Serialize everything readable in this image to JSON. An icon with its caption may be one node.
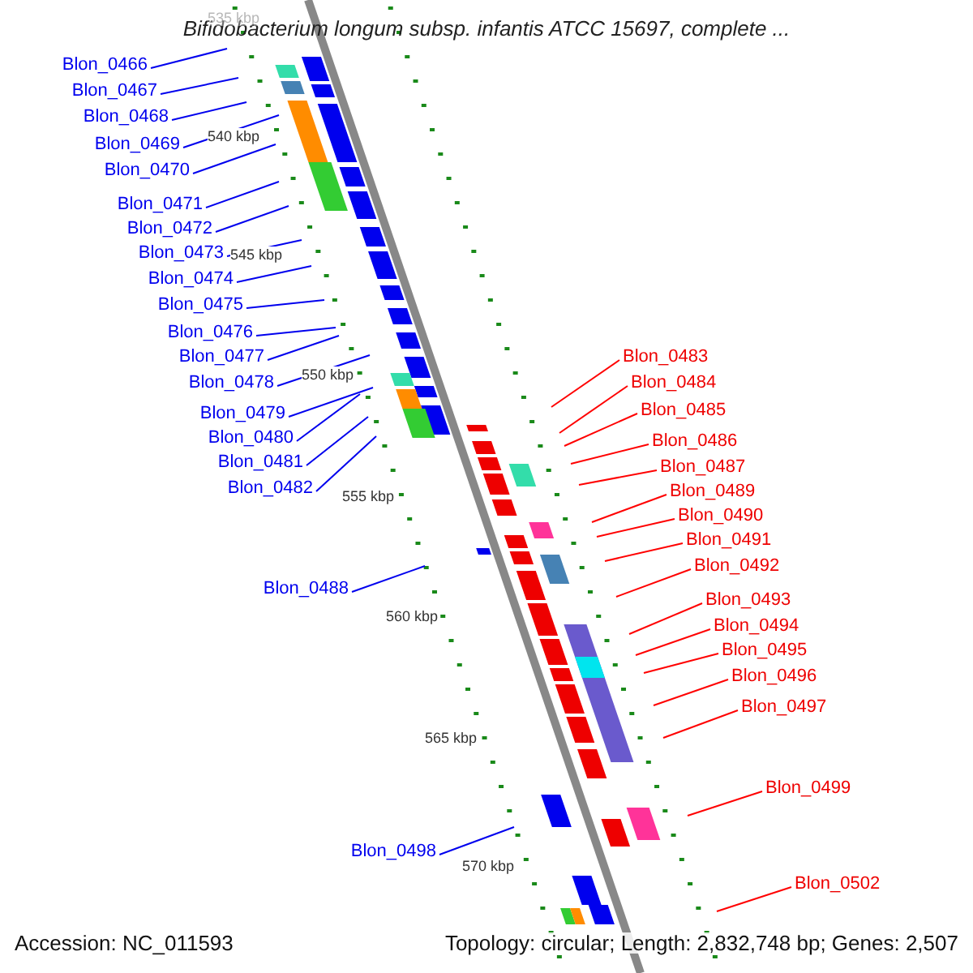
{
  "diagram": {
    "title": "Bifidobacterium longum subsp. infantis ATCC 15697, complete ...",
    "nodes": [
      {
        "text": [
          "Blon_0466"
        ]
      },
      {
        "text": [
          "Blon_0467"
        ]
      },
      {
        "text": [
          "Blon_0468"
        ]
      },
      {
        "text": [
          "Blon_0469"
        ]
      },
      {
        "text": [
          "Blon_0470"
        ]
      },
      {
        "text": [
          "Blon_0471"
        ]
      },
      {
        "text": [
          "Blon_0472"
        ]
      },
      {
        "text": [
          "Blon_0473"
        ]
      },
      {
        "text": [
          "Blon_0474"
        ]
      },
      {
        "text": [
          "Blon_0475"
        ]
      },
      {
        "text": [
          "Blon_0476"
        ]
      },
      {
        "text": [
          "Blon_0477"
        ]
      },
      {
        "text": [
          "Blon_0478"
        ]
      },
      {
        "text": [
          "Blon_0479"
        ]
      },
      {
        "text": [
          "Blon_0480"
        ]
      },
      {
        "text": [
          "Blon_0481"
        ]
      },
      {
        "text": [
          "Blon_0482"
        ]
      },
      {
        "text": [
          "Blon_0488"
        ]
      },
      {
        "text": [
          "Blon_0498"
        ]
      },
      {
        "text": [
          "Blon_0483"
        ]
      },
      {
        "text": [
          "Blon_0484"
        ]
      },
      {
        "text": [
          "Blon_0485"
        ]
      },
      {
        "text": [
          "Blon_0486"
        ]
      },
      {
        "text": [
          "Blon_0487"
        ]
      },
      {
        "text": [
          "Blon_0489"
        ]
      },
      {
        "text": [
          "Blon_0490"
        ]
      },
      {
        "text": [
          "Blon_0491"
        ]
      },
      {
        "text": [
          "Blon_0492"
        ]
      },
      {
        "text": [
          "Blon_0493"
        ]
      },
      {
        "text": [
          "Blon_0494"
        ]
      },
      {
        "text": [
          "Blon_0495"
        ]
      },
      {
        "text": [
          "Blon_0496"
        ]
      },
      {
        "text": [
          "Blon_0497"
        ]
      },
      {
        "text": [
          "Blon_0499"
        ]
      },
      {
        "text": [
          "Blon_0502"
        ]
      }
    ],
    "edges": [
      {
        "from": 0,
        "to": null,
        "arrow": "none"
      },
      {
        "from": 1,
        "to": null,
        "arrow": "none"
      },
      {
        "from": 2,
        "to": null,
        "arrow": "none"
      },
      {
        "from": 3,
        "to": null,
        "arrow": "none"
      },
      {
        "from": 4,
        "to": null,
        "arrow": "none"
      },
      {
        "from": 5,
        "to": null,
        "arrow": "none"
      },
      {
        "from": 6,
        "to": null,
        "arrow": "none"
      },
      {
        "from": 7,
        "to": null,
        "arrow": "none"
      },
      {
        "from": 8,
        "to": null,
        "arrow": "none"
      },
      {
        "from": 9,
        "to": null,
        "arrow": "none"
      },
      {
        "from": 10,
        "to": null,
        "arrow": "none"
      },
      {
        "from": 11,
        "to": null,
        "arrow": "none"
      },
      {
        "from": 12,
        "to": null,
        "arrow": "none"
      },
      {
        "from": 13,
        "to": null,
        "arrow": "none"
      },
      {
        "from": 14,
        "to": null,
        "arrow": "none"
      },
      {
        "from": 15,
        "to": null,
        "arrow": "none"
      },
      {
        "from": 16,
        "to": null,
        "arrow": "none"
      },
      {
        "from": 17,
        "to": null,
        "arrow": "none"
      },
      {
        "from": 18,
        "to": null,
        "arrow": "none"
      },
      {
        "from": 19,
        "to": null,
        "arrow": "none",
        "color": "#ff0000"
      },
      {
        "from": 20,
        "to": null,
        "arrow": "none",
        "color": "#ff0000"
      },
      {
        "from": 21,
        "to": null,
        "arrow": "none",
        "color": "#ff0000"
      },
      {
        "from": 22,
        "to": null,
        "arrow": "none",
        "color": "#ff0000"
      },
      {
        "from": 23,
        "to": null,
        "arrow": "none",
        "color": "#ff0000"
      },
      {
        "from": 24,
        "to": null,
        "arrow": "none",
        "color": "#ff0000"
      },
      {
        "from": 25,
        "to": null,
        "arrow": "none",
        "color": "#ff0000"
      },
      {
        "from": 26,
        "to": null,
        "arrow": "none",
        "color": "#ff0000"
      },
      {
        "from": 27,
        "to": null,
        "arrow": "none",
        "color": "#ff0000"
      },
      {
        "from": 28,
        "to": null,
        "arrow": "none",
        "color": "#ff0000"
      },
      {
        "from": 29,
        "to": null,
        "arrow": "none",
        "color": "#ff0000"
      },
      {
        "from": 30,
        "to": null,
        "arrow": "none",
        "color": "#ff0000"
      },
      {
        "from": 31,
        "to": null,
        "arrow": "none",
        "color": "#ff0000"
      },
      {
        "from": 32,
        "to": null,
        "arrow": "none",
        "color": "#ff0000"
      },
      {
        "from": 33,
        "to": null,
        "arrow": "none",
        "color": "#ff0000"
      },
      {
        "from": 34,
        "to": null,
        "arrow": "none",
        "color": "#ff0000"
      }
    ],
    "labels": [
      "535 kbp",
      "540 kbp",
      "545 kbp",
      "550 kbp",
      "555 kbp",
      "560 kbp",
      "565 kbp",
      "570 kbp",
      "Accession: NC_011593",
      "Topology: circular; Length: 2,832,748 bp; Genes: 2,507"
    ]
  }
}
